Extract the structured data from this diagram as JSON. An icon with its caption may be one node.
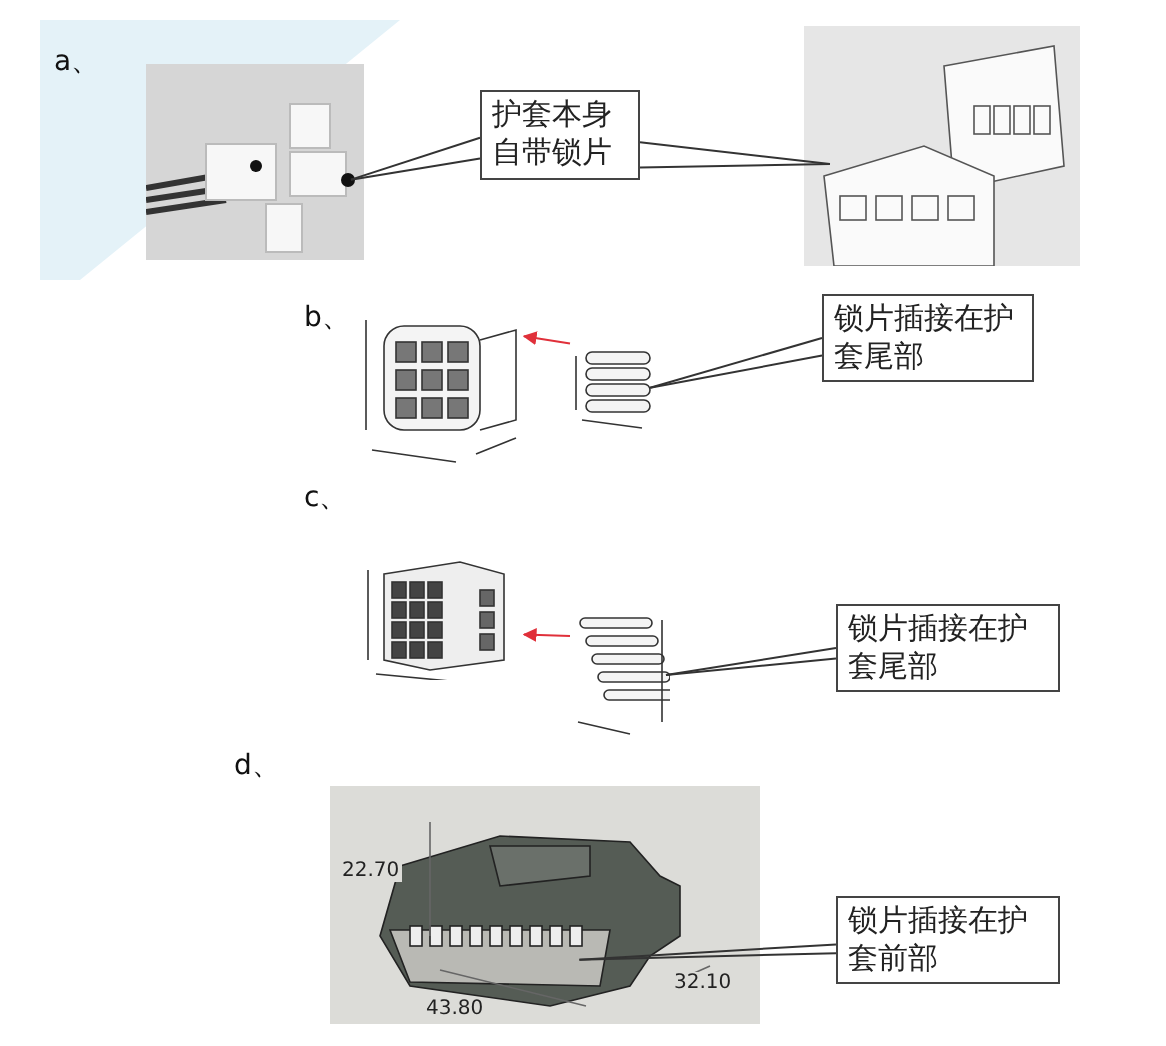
{
  "diagram": {
    "nodes": [
      {
        "text": [
          "护套本身自带锁片"
        ]
      },
      {
        "text": [],
        "shape": "picture"
      },
      {
        "text": [],
        "shape": "picture"
      },
      {
        "text": [
          "锁片插接在护套尾部"
        ]
      },
      {
        "text": [],
        "shape": "picture"
      },
      {
        "text": [],
        "shape": "picture"
      },
      {
        "text": [
          "锁片插接在护套尾部"
        ]
      },
      {
        "text": [],
        "shape": "picture"
      },
      {
        "text": [],
        "shape": "picture"
      },
      {
        "text": [
          "锁片插接在护套前部"
        ]
      },
      {
        "text": [],
        "shape": "picture"
      }
    ],
    "edges": [
      {
        "from": 0,
        "to": 1,
        "arrow": "none"
      },
      {
        "from": 0,
        "to": 1,
        "arrow": "none"
      },
      {
        "from": 0,
        "to": 2,
        "arrow": "none"
      },
      {
        "from": 0,
        "to": 2,
        "arrow": "none"
      },
      {
        "from": 5,
        "to": 4,
        "arrow": "to",
        "color": "#e0303a"
      },
      {
        "from": 3,
        "to": 5,
        "arrow": "none"
      },
      {
        "from": 3,
        "to": 5,
        "arrow": "none"
      },
      {
        "from": 8,
        "to": 7,
        "arrow": "to",
        "color": "#e0303a"
      },
      {
        "from": 6,
        "to": 8,
        "arrow": "none"
      },
      {
        "from": 6,
        "to": 8,
        "arrow": "none"
      },
      {
        "from": 9,
        "to": 10,
        "arrow": "none"
      },
      {
        "from": 9,
        "to": 10,
        "arrow": "none"
      }
    ],
    "labels": [
      "a、",
      "b、",
      "c、",
      "d、",
      "22.70",
      "43.80",
      "32.10"
    ]
  }
}
